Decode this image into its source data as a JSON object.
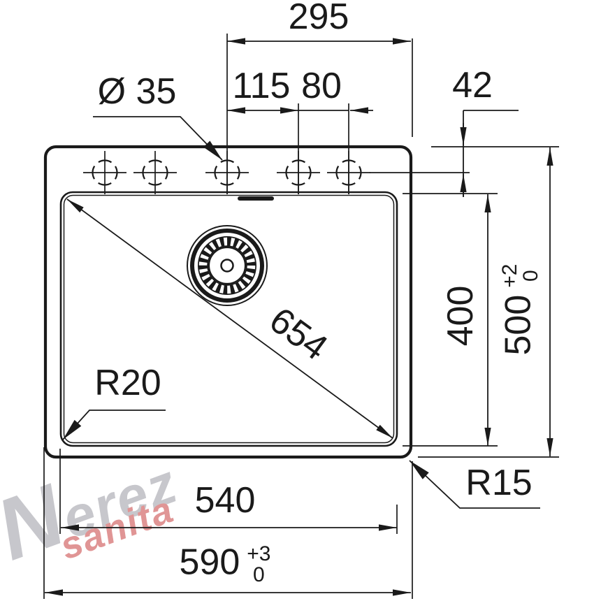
{
  "drawing": {
    "type": "sink-installation-technical-drawing",
    "dimensions": {
      "holes_to_right_edge": "295",
      "hole_spacing_left": "115",
      "hole_spacing_right": "80",
      "hole_diameter": "Ø 35",
      "edge_to_hole_center": "42",
      "bowl_depth": "400",
      "overall_depth": "500",
      "overall_depth_tol_plus": "+2",
      "overall_depth_tol_minus": "0",
      "bowl_diagonal": "654",
      "bowl_corner_radius": "R20",
      "outer_corner_radius": "R15",
      "bowl_width": "540",
      "overall_width": "590",
      "overall_width_tol_plus": "+3",
      "overall_width_tol_minus": "0"
    },
    "colors": {
      "line": "#1a1a1a",
      "watermark_gray": "#c7c7cc",
      "watermark_red": "#e09595"
    },
    "watermark": {
      "line1": "Nerez",
      "line2": "sanita"
    }
  }
}
